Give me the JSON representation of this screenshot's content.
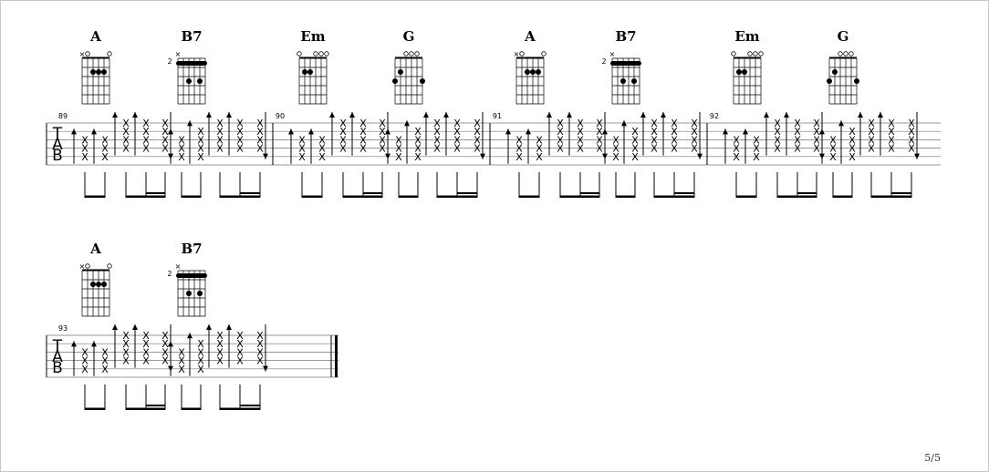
{
  "systems": [
    {
      "id": "system-1",
      "measures": [
        {
          "number": "89",
          "chords": [
            "A",
            "B7"
          ]
        },
        {
          "number": "90",
          "chords": [
            "Em",
            "G"
          ]
        },
        {
          "number": "91",
          "chords": [
            "A",
            "B7"
          ]
        },
        {
          "number": "92",
          "chords": [
            "Em",
            "G"
          ]
        }
      ]
    },
    {
      "id": "system-2",
      "measures": [
        {
          "number": "93",
          "chords": [
            "A",
            "B7"
          ]
        }
      ]
    }
  ],
  "chord_shapes": {
    "A": {
      "top": [
        "×",
        "o",
        "",
        "",
        "",
        "o"
      ],
      "fret_label": ""
    },
    "B7": {
      "top": [
        "×",
        "",
        "",
        "",
        "",
        ""
      ],
      "fret_label": "2"
    },
    "Em": {
      "top": [
        "o",
        "",
        "",
        "o",
        "o",
        "o"
      ],
      "fret_label": ""
    },
    "G": {
      "top": [
        "",
        "",
        "o",
        "o",
        "o",
        ""
      ],
      "fret_label": ""
    }
  },
  "tab_letters": [
    "T",
    "A",
    "B"
  ],
  "strum_mark": "X",
  "page_number": "5/5"
}
